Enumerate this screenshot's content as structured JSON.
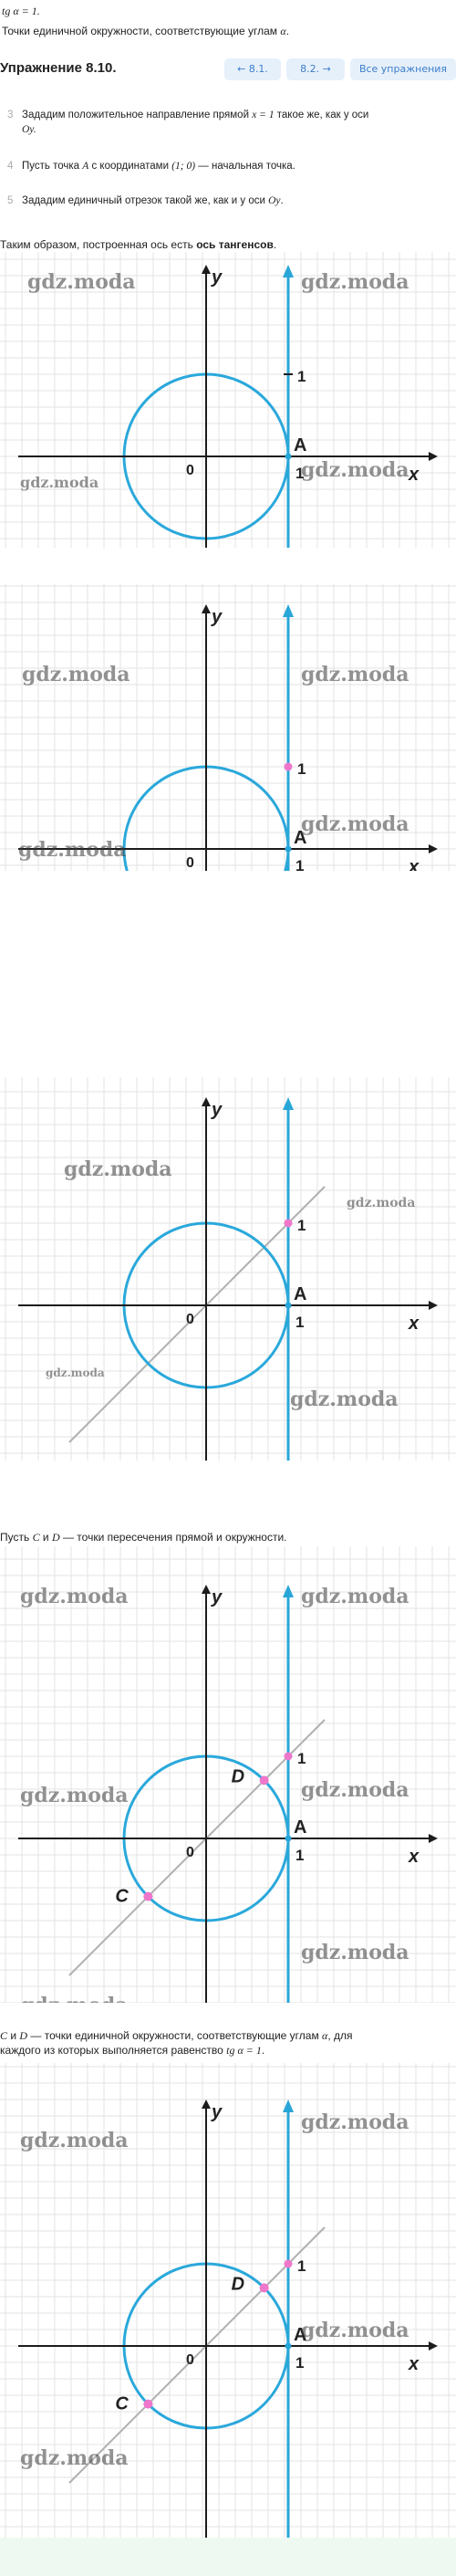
{
  "top": {
    "formula": "tg α = 1.",
    "subtitle_pre": "Точки единичной окружности, соответствующие углам ",
    "subtitle_alpha": "α",
    "subtitle_post": "."
  },
  "exercise": {
    "title": "Упражнение 8.10.",
    "prev_label": "← 8.1.",
    "next_label": "8.2. →",
    "all_label": "Все упражнения"
  },
  "steps": [
    {
      "num": "3",
      "text_a": "Зададим положительное направление прямой ",
      "math": "x = 1",
      "text_b": " такое же, как у оси",
      "text_c": "Oy."
    },
    {
      "num": "4",
      "text_a": "Пусть точка ",
      "math": "A",
      "text_b": " с координатами ",
      "math2": "(1; 0)",
      "text_c": " — начальная точка."
    },
    {
      "num": "5",
      "text_a": "Зададим единичный отрезок такой же, как и у оси ",
      "math": "Oy",
      "text_b": "."
    }
  ],
  "conclusion": {
    "pre": "Таким образом, построенная ось есть ",
    "bold": "ось тангенсов",
    "post": "."
  },
  "points_text": {
    "pre": "Пусть ",
    "c": "C",
    "and": " и ",
    "d": "D",
    "post": " — точки пересечения прямой и окружности."
  },
  "final_text": {
    "c": "C",
    "and": " и ",
    "d": "D",
    "line1": " — точки единичной окружности, соответствующие углам ",
    "alpha": "α",
    "line1_end": ", для",
    "line2": "каждого из которых выполняется равенство ",
    "eq": "tg α = 1",
    "line2_end": "."
  },
  "watermark": "gdz.moda",
  "labels": {
    "y": "y",
    "x": "x",
    "o": "0",
    "a": "A",
    "one": "1",
    "c": "C",
    "d": "D"
  },
  "colors": {
    "circle": "#2aa8db",
    "axis": "#1c1c1c",
    "tangent": "#29a6d8",
    "grid": "#e3e3e3",
    "point": "#ee77cc",
    "diag": "#b0b0b0"
  }
}
